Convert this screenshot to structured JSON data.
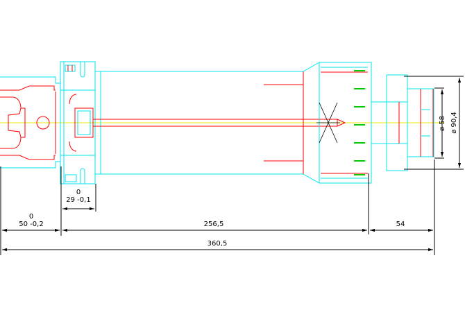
{
  "colors": {
    "outline": "#00e5ee",
    "section": "#ff0000",
    "centerline": "#e8e800",
    "accent": "#00cc00",
    "dimension": "#000000",
    "background": "#ffffff"
  },
  "dimensions": {
    "shank_length": {
      "upper": "0",
      "lower": "50 -0,2"
    },
    "flange_length": {
      "upper": "0",
      "lower": "29 -0,1"
    },
    "body_length": "256,5",
    "nose_length": "54",
    "total_length": "360,5",
    "bore_diameter": "ø 58",
    "outer_diameter": "ø 90,4"
  }
}
